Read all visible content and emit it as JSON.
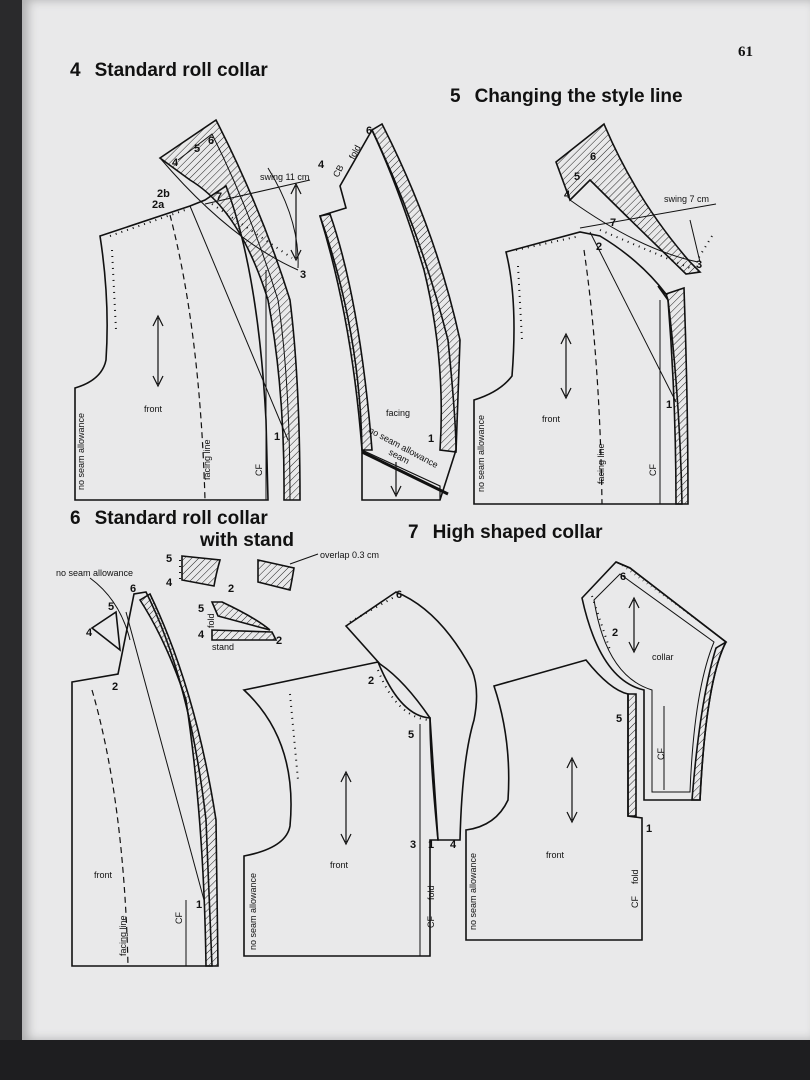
{
  "page_number": "61",
  "sections": [
    {
      "number": "4",
      "title": "Standard roll collar"
    },
    {
      "number": "5",
      "title": "Changing the style line"
    },
    {
      "number": "6",
      "title_line1": "Standard roll collar",
      "title_line2": "with stand"
    },
    {
      "number": "7",
      "title": "High shaped collar"
    }
  ],
  "labels": {
    "front": "front",
    "facing": "facing",
    "facing_line": "facing line",
    "cf": "CF",
    "fold": "fold",
    "no_seam_allowance": "no seam allowance",
    "seam": "seam",
    "stand": "stand",
    "collar": "collar",
    "swing_11": "swing 11 cm",
    "swing_7": "swing 7 cm",
    "overlap": "overlap 0.3 cm",
    "cb": "CB"
  },
  "points": [
    "1",
    "2",
    "2a",
    "2b",
    "3",
    "4",
    "5",
    "6",
    "7"
  ]
}
